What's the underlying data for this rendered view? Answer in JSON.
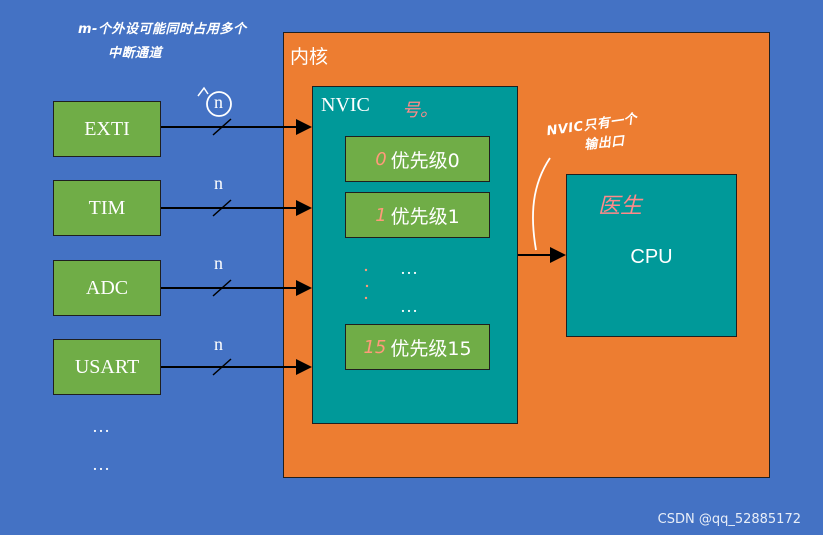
{
  "annotations": {
    "top_note_line1": "m-个外设可能同时占用多个",
    "top_note_line2": "中断通道",
    "nvic_note_line1": "NVIC只有一个",
    "nvic_note_line2": "输出口",
    "nvic_symbol": "号。",
    "cpu_note": "医生"
  },
  "sources": [
    {
      "label": "EXTI",
      "n": "n"
    },
    {
      "label": "TIM",
      "n": "n"
    },
    {
      "label": "ADC",
      "n": "n"
    },
    {
      "label": "USART",
      "n": "n"
    }
  ],
  "source_ellipsis": [
    "…",
    "…"
  ],
  "kernel": {
    "label": "内核"
  },
  "nvic": {
    "label": "NVIC",
    "priorities": [
      {
        "num": "0",
        "label": "优先级0"
      },
      {
        "num": "1",
        "label": "优先级1"
      },
      {
        "num": "15",
        "label": "优先级15"
      }
    ],
    "ellipsis": [
      "…",
      "…"
    ]
  },
  "cpu": {
    "label": "CPU"
  },
  "watermark": "CSDN @qq_52885172",
  "colors": {
    "background": "#4472C4",
    "kernel": "#ED7D31",
    "nvic": "#009999",
    "green_box": "#70AD47"
  }
}
